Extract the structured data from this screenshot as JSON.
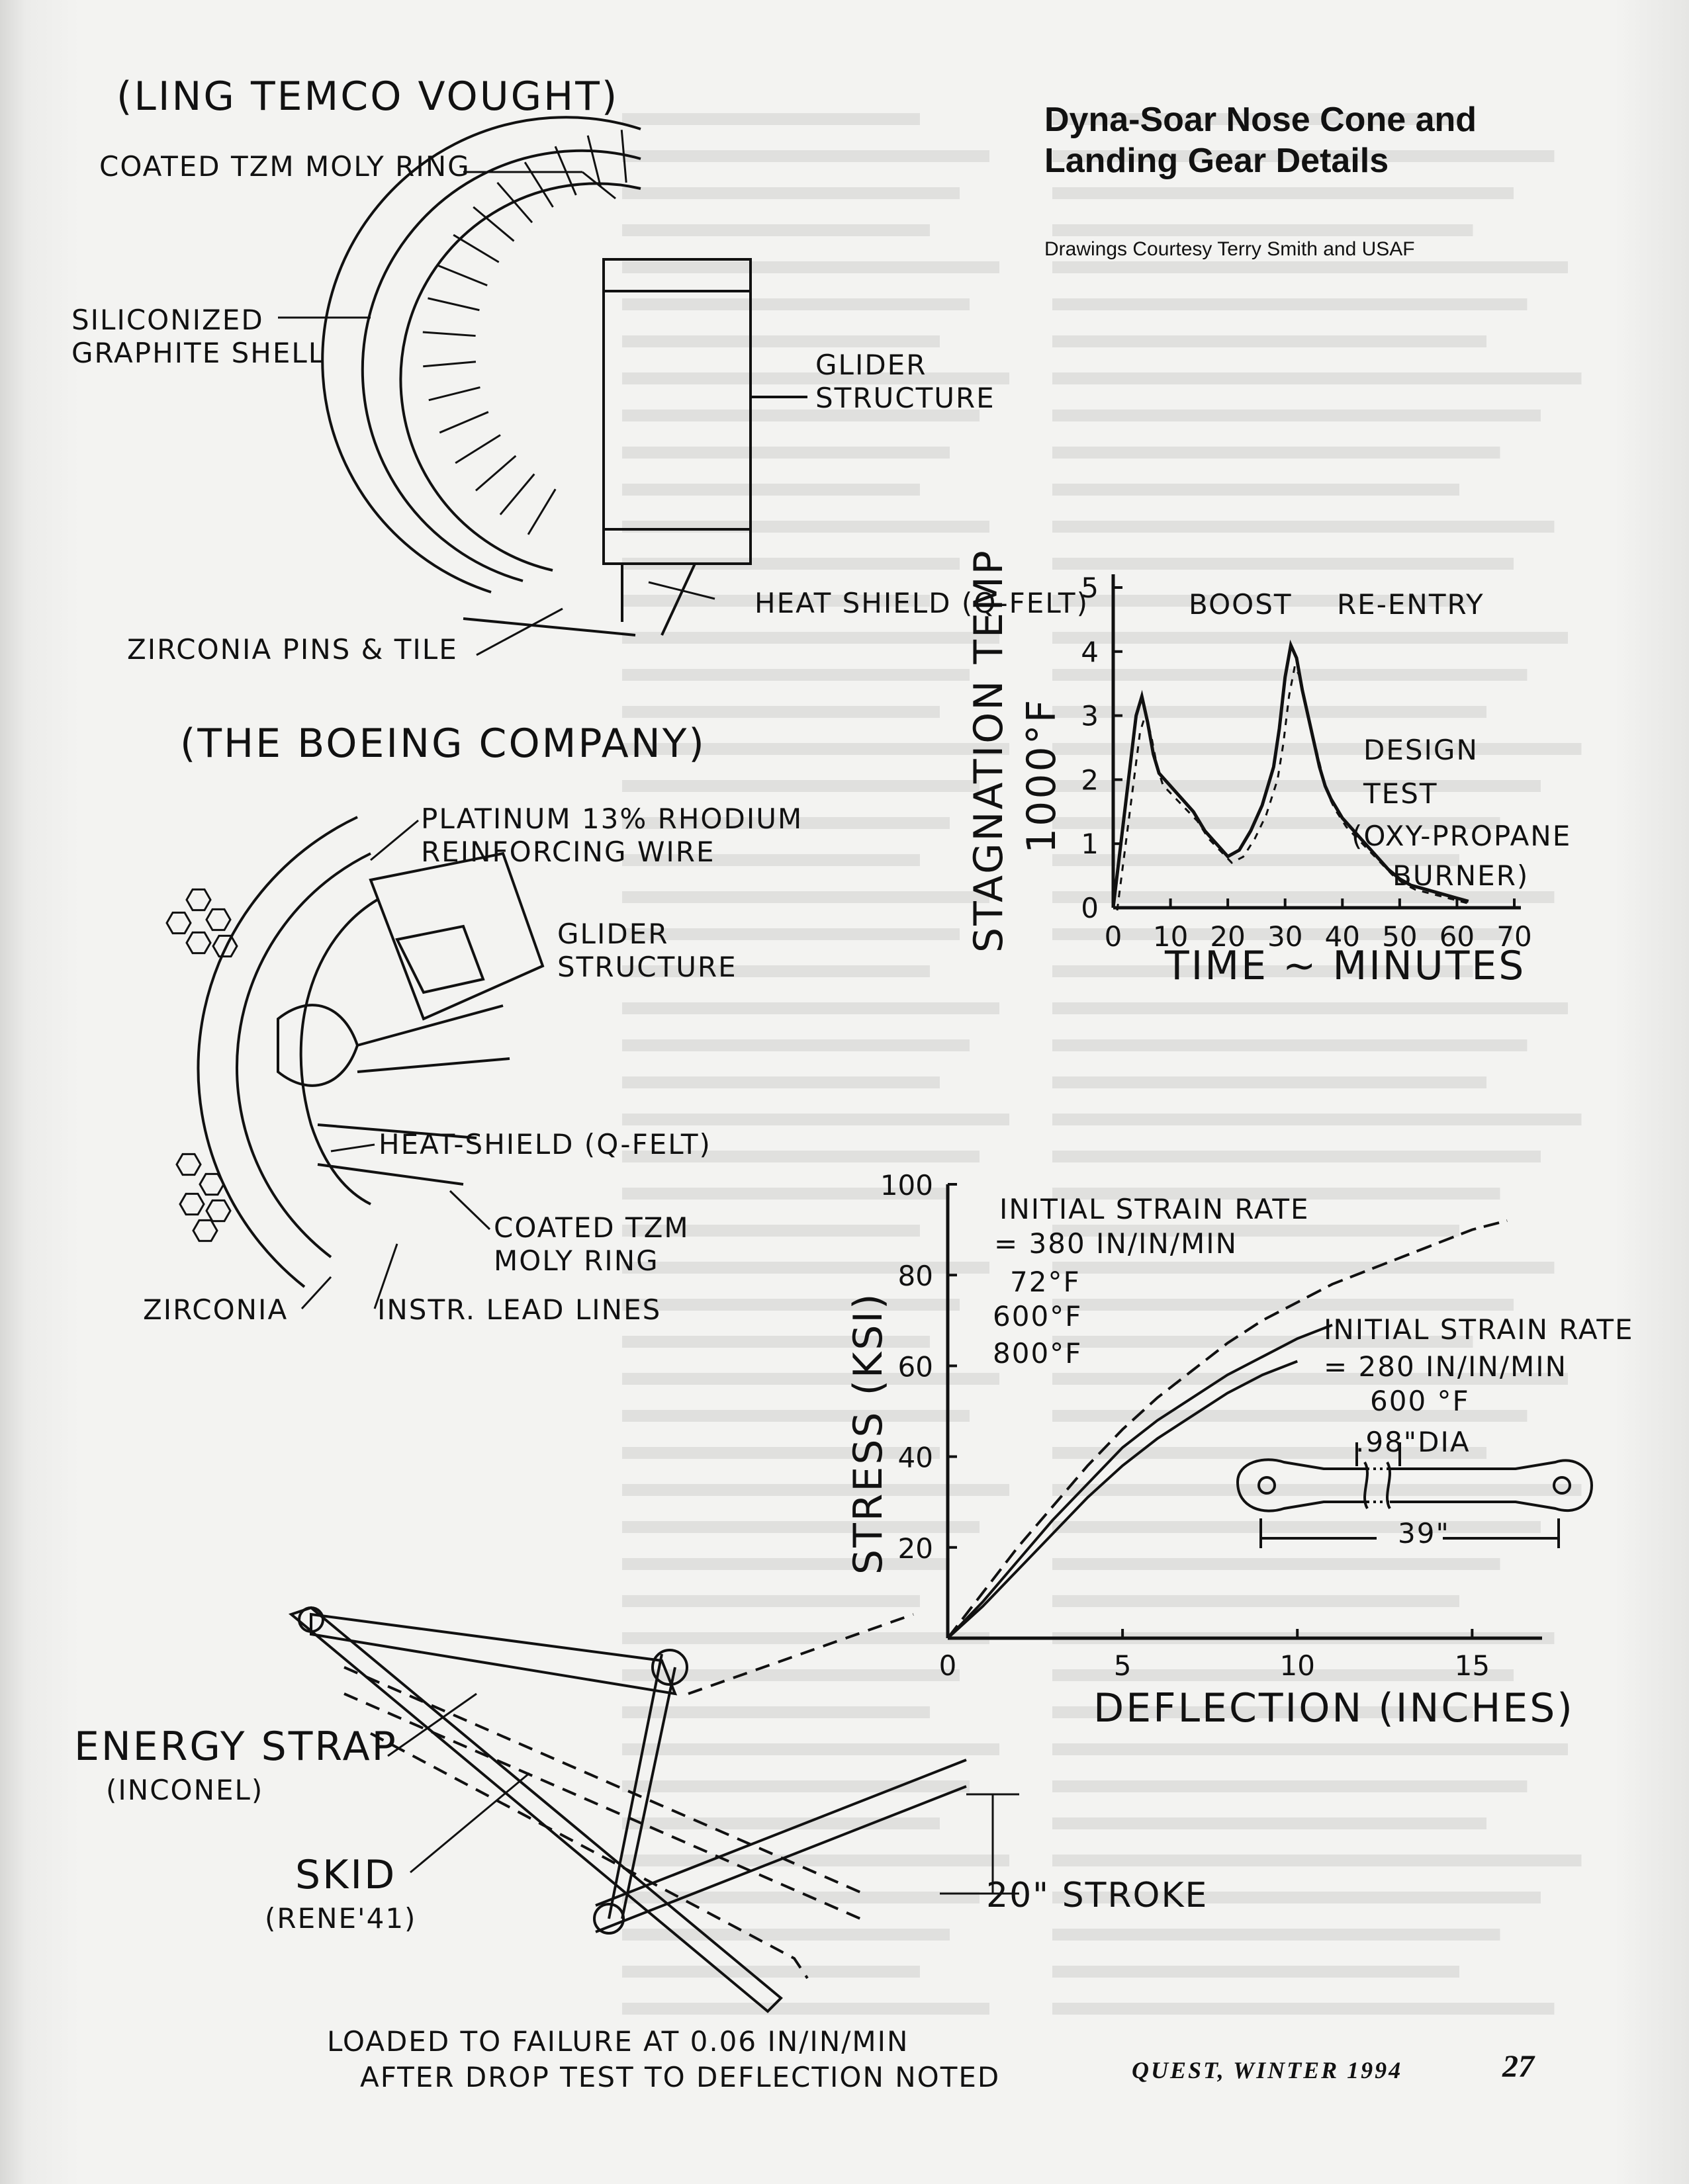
{
  "header": {
    "title_line1": "Dyna-Soar Nose Cone and",
    "title_line2": "Landing Gear Details",
    "credit": "Drawings Courtesy Terry Smith and USAF"
  },
  "ltv": {
    "company": "(LING TEMCO VOUGHT)",
    "moly_ring": "COATED TZM MOLY RING",
    "shell_line1": "SILICONIZED",
    "shell_line2": "GRAPHITE SHELL",
    "glider_line1": "GLIDER",
    "glider_line2": "STRUCTURE",
    "heat_shield": "HEAT SHIELD (Q-FELT)",
    "pins": "ZIRCONIA PINS & TILE"
  },
  "boeing": {
    "company": "(THE BOEING COMPANY)",
    "wire_line1": "PLATINUM 13% RHODIUM",
    "wire_line2": "REINFORCING WIRE",
    "glider_line1": "GLIDER",
    "glider_line2": "STRUCTURE",
    "heat_shield": "HEAT-SHIELD (Q-FELT)",
    "moly_line1": "COATED TZM",
    "moly_line2": "MOLY RING",
    "zirconia": "ZIRCONIA",
    "instr": "INSTR. LEAD LINES"
  },
  "landing_gear": {
    "energy_strap": "ENERGY STRAP",
    "energy_strap_material": "(INCONEL)",
    "skid": "SKID",
    "skid_material": "(RENE'41)",
    "stroke": "20\" STROKE",
    "note_line1": "LOADED TO FAILURE AT 0.06 IN/IN/MIN",
    "note_line2": "AFTER DROP TEST TO DEFLECTION NOTED",
    "dia": ".98\"DIA",
    "length": "39\""
  },
  "footer": {
    "magazine": "QUEST,  WINTER  1994",
    "page_number": "27"
  },
  "chart_data": [
    {
      "type": "line",
      "xlabel": "TIME ~ MINUTES",
      "ylabel_line1": "STAGNATION TEMP",
      "ylabel_line2": "1000°F",
      "xlim": [
        0,
        70
      ],
      "ylim": [
        0,
        5
      ],
      "xticks": [
        "0",
        "10",
        "20",
        "30",
        "40",
        "50",
        "60",
        "70"
      ],
      "yticks": [
        "0",
        "1",
        "2",
        "3",
        "4",
        "5"
      ],
      "annotations": [
        "BOOST",
        "RE-ENTRY",
        "DESIGN",
        "TEST",
        "(OXY-PROPANE",
        "BURNER)"
      ],
      "series": [
        {
          "x": [
            0,
            2,
            4,
            5,
            6,
            7,
            8,
            10,
            12,
            14,
            16,
            18,
            20,
            22,
            24,
            26,
            28,
            29,
            30,
            31,
            32,
            33,
            34,
            35,
            36,
            37,
            38,
            40,
            42,
            44,
            46,
            48,
            50,
            52,
            54,
            56,
            58,
            60,
            62
          ],
          "y": [
            0,
            1.5,
            3.0,
            3.3,
            2.9,
            2.4,
            2.1,
            1.9,
            1.7,
            1.5,
            1.2,
            1.0,
            0.8,
            0.9,
            1.2,
            1.6,
            2.2,
            2.8,
            3.6,
            4.1,
            3.9,
            3.4,
            3.0,
            2.6,
            2.2,
            1.9,
            1.7,
            1.4,
            1.2,
            1.0,
            0.8,
            0.6,
            0.45,
            0.35,
            0.3,
            0.25,
            0.2,
            0.15,
            0.1
          ]
        }
      ]
    },
    {
      "type": "line",
      "xlabel": "DEFLECTION (INCHES)",
      "ylabel": "STRESS (KSI)",
      "xlim": [
        0,
        17
      ],
      "ylim": [
        0,
        100
      ],
      "xticks": [
        "0",
        "5",
        "10",
        "15"
      ],
      "yticks": [
        "20",
        "40",
        "60",
        "80",
        "100"
      ],
      "annotations": [
        "INITIAL STRAIN RATE",
        "= 380 IN/IN/MIN",
        "72°F",
        "600°F",
        "800°F",
        "INITIAL STRAIN RATE",
        "= 280 IN/IN/MIN",
        "600 °F"
      ],
      "series": [
        {
          "x": [
            0,
            1,
            2,
            3,
            4,
            5,
            6,
            7,
            8,
            9,
            10,
            11,
            12,
            13,
            14,
            15,
            16
          ],
          "y": [
            0,
            10,
            20,
            29,
            38,
            46,
            53,
            59,
            65,
            70,
            74,
            78,
            81,
            84,
            87,
            90,
            92
          ]
        },
        {
          "x": [
            0,
            1,
            2,
            3,
            4,
            5,
            6,
            7,
            8,
            9,
            10,
            11
          ],
          "y": [
            0,
            8,
            17,
            26,
            34,
            42,
            48,
            53,
            58,
            62,
            66,
            69
          ]
        },
        {
          "x": [
            0,
            1,
            2,
            3,
            4,
            5,
            6,
            7,
            8,
            9,
            10
          ],
          "y": [
            0,
            7,
            15,
            23,
            31,
            38,
            44,
            49,
            54,
            58,
            61
          ]
        }
      ]
    }
  ]
}
